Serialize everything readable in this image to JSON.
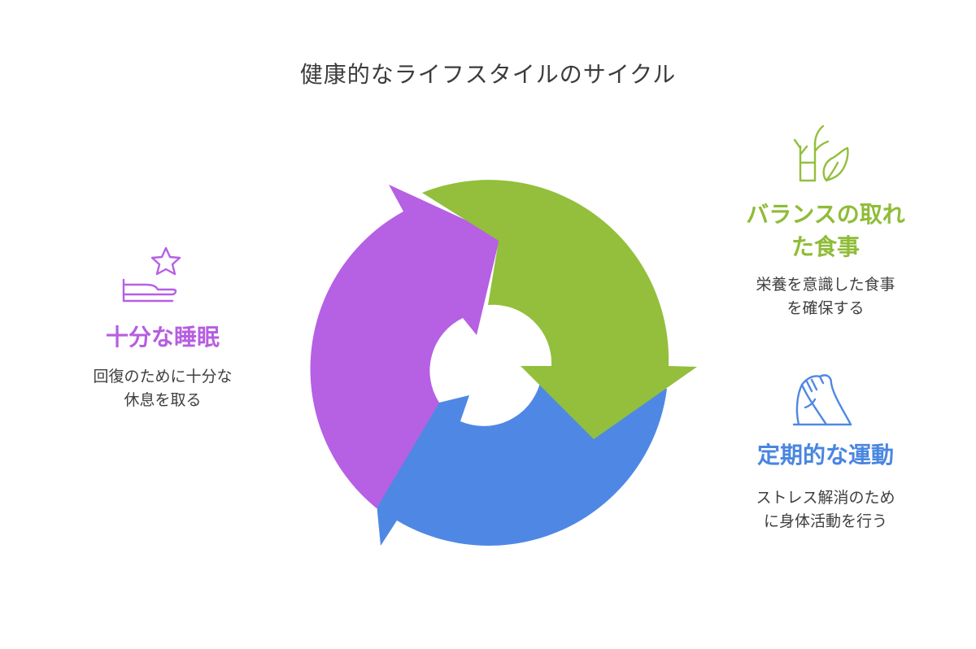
{
  "title": "健康的なライフスタイルのサイクル",
  "colors": {
    "diet": "#93bf3c",
    "exercise": "#4f88e4",
    "sleep": "#b660e4",
    "text": "#3f3f3f"
  },
  "stages": {
    "diet": {
      "heading_line1": "バランスの取れ",
      "heading_line2": "た食事",
      "desc_line1": "栄養を意識した食事",
      "desc_line2": "を確保する",
      "icon": "plant-leaf-icon"
    },
    "exercise": {
      "heading": "定期的な運動",
      "desc_line1": "ストレス解消のため",
      "desc_line2": "に身体活動を行う",
      "icon": "running-shoe-icon"
    },
    "sleep": {
      "heading": "十分な睡眠",
      "desc_line1": "回復のために十分な",
      "desc_line2": "休息を取る",
      "icon": "hand-star-icon"
    }
  }
}
